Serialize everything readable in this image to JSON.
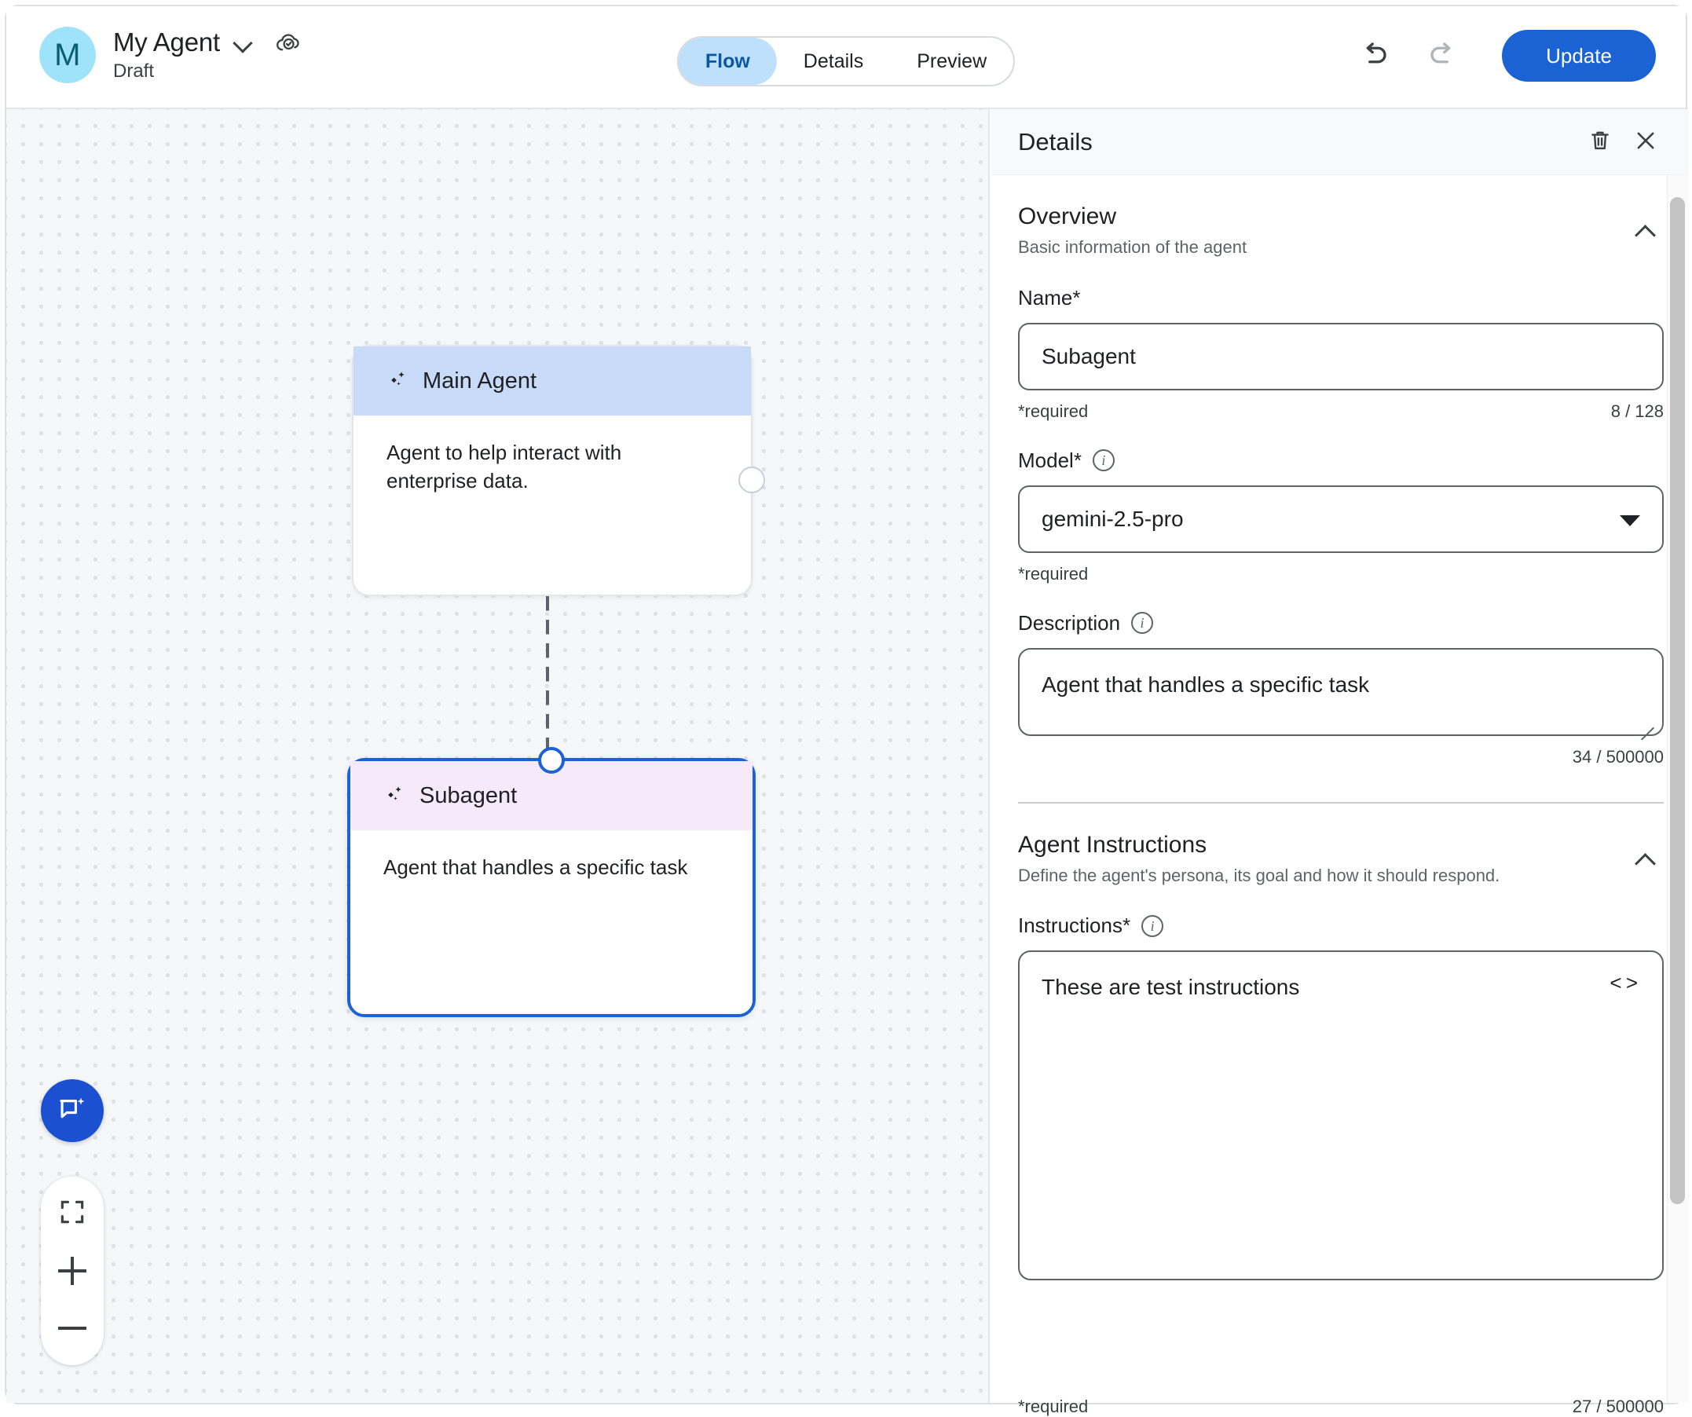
{
  "window": {
    "brand": {
      "avatar_initial": "M",
      "avatar_bg": "#9fe3fa",
      "title": "My Agent",
      "status": "Draft",
      "dropdown_icon": "chevron-down-icon",
      "cloud_icon": "cloud-check-icon"
    },
    "tabs": [
      {
        "label": "Flow",
        "active": true
      },
      {
        "label": "Details",
        "active": false
      },
      {
        "label": "Preview",
        "active": false
      }
    ],
    "actions": {
      "undo_icon": "undo-icon",
      "redo_icon": "redo-icon",
      "update_label": "Update",
      "update_color": "#1b62d4"
    }
  },
  "canvas": {
    "nodes": [
      {
        "id": "main-agent",
        "icon": "sparkle-icon",
        "title": "Main Agent",
        "description": "Agent to help interact with enterprise data.",
        "header_color": "#c8dcfa",
        "selected": false
      },
      {
        "id": "subagent",
        "icon": "sparkle-icon",
        "title": "Subagent",
        "description": "Agent that handles a specific task",
        "header_color": "#f6e9fa",
        "selected": true,
        "selection_color": "#1b62d4"
      }
    ],
    "controls": {
      "chat_fab_icon": "chat-sparkle-icon",
      "chat_fab_color": "#1b50d0",
      "fit_view_icon": "fit-screen-icon",
      "zoom_in_icon": "plus-icon",
      "zoom_out_icon": "minus-icon"
    }
  },
  "details_panel": {
    "header": {
      "title": "Details",
      "delete_icon": "trash-icon",
      "close_icon": "close-icon"
    },
    "overview": {
      "title": "Overview",
      "subtitle": "Basic information of the agent",
      "collapse_icon": "chevron-up-icon",
      "name": {
        "label": "Name*",
        "value": "Subagent",
        "placeholder": "Name",
        "required_hint": "*required",
        "counter": "8 / 128"
      },
      "model": {
        "label": "Model*",
        "info_icon": "info-icon",
        "value": "gemini-2.5-pro",
        "required_hint": "*required",
        "dropdown_icon": "triangle-down-icon"
      },
      "description": {
        "label": "Description",
        "info_icon": "info-icon",
        "value": "Agent that handles a specific task",
        "placeholder": "Description",
        "counter": "34 / 500000"
      }
    },
    "agent_instructions": {
      "title": "Agent Instructions",
      "subtitle": "Define the agent's persona, its goal and how it should respond.",
      "collapse_icon": "chevron-up-icon",
      "instructions": {
        "label": "Instructions*",
        "info_icon": "info-icon",
        "value": "These are test instructions",
        "placeholder": "Instructions",
        "code_toggle_label": "< >",
        "footer_hint": "*required",
        "footer_counter": "27 / 500000"
      }
    }
  }
}
